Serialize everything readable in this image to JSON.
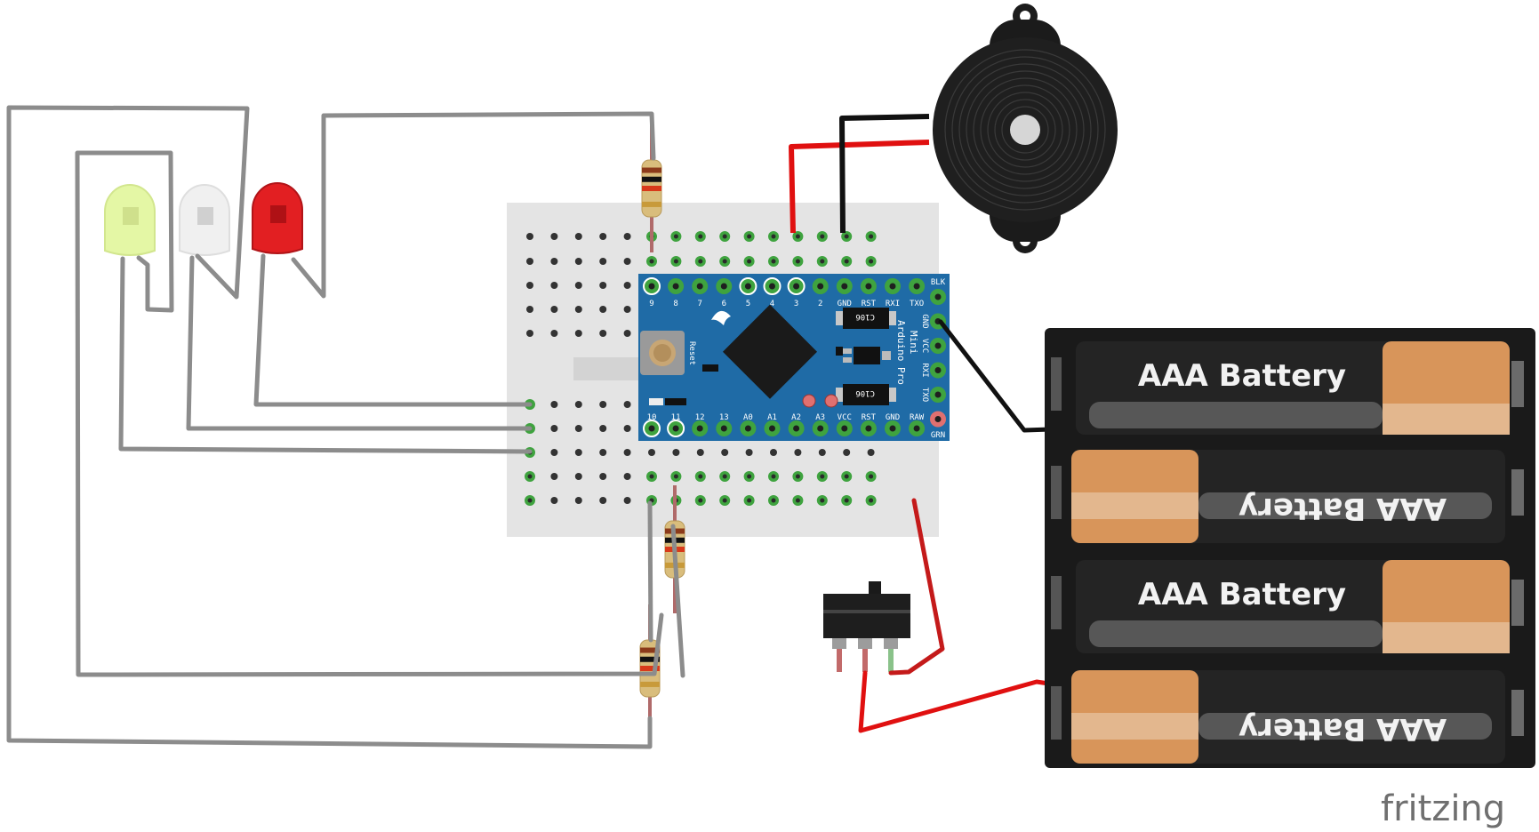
{
  "title": "",
  "board": {
    "name_lines": [
      "Arduino Pro",
      "Mini"
    ],
    "top_pins": [
      "9",
      "8",
      "7",
      "6",
      "5",
      "4",
      "3",
      "2",
      "GND",
      "RST",
      "RXI",
      "TXO"
    ],
    "bottom_pins": [
      "10",
      "11",
      "12",
      "13",
      "A0",
      "A1",
      "A2",
      "A3",
      "VCC",
      "RST",
      "GND",
      "RAW"
    ],
    "side_pins": [
      "BLK",
      "GND",
      "VCC",
      "RXI",
      "TXO",
      "GRN"
    ],
    "reset_label": "Reset",
    "cap_labels": [
      "C106",
      "C106"
    ]
  },
  "battery": {
    "labels": [
      "AAA Battery",
      "AAA Battery",
      "AAA Battery",
      "AAA Battery"
    ]
  },
  "brand": "fritzing",
  "colors": {
    "board": "#1c6aa3",
    "breadboard": "#e6e6e6",
    "wire_gray": "#8c8c8c",
    "wire_red": "#e01010",
    "wire_black": "#111111",
    "led_green": "#e4f7a5",
    "led_white": "#f0f0f0",
    "led_red": "#e62020",
    "battery_copper": "#d8955a"
  }
}
